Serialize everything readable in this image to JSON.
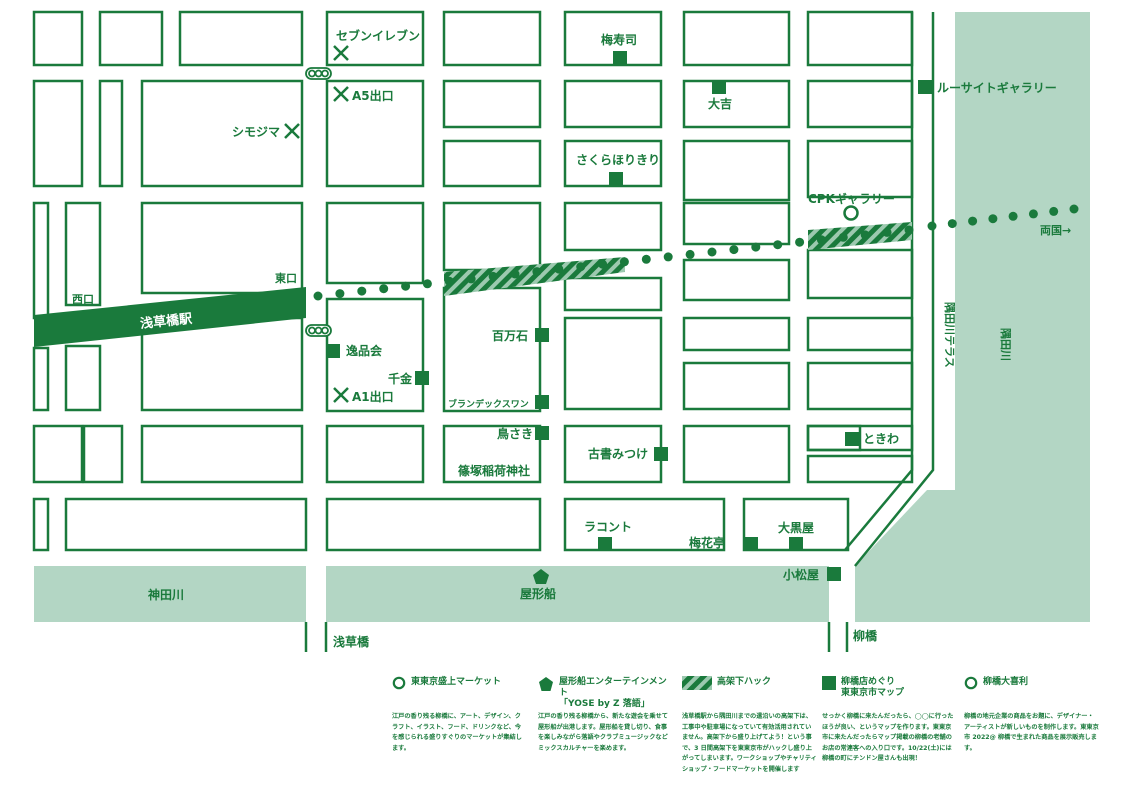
{
  "colors": {
    "street": "#1a7a3c",
    "water": "#b3d6c4",
    "station": "#1a7a3c",
    "store": "#1a7a3c"
  },
  "labels": {
    "seven_eleven": "セブンイレブン",
    "a5_exit": "A5出口",
    "shimojima": "シモジマ",
    "umejushi": "梅寿司",
    "daikichi": "大吉",
    "lucite_gallery": "ルーサイトギャラリー",
    "sakura_horikiri": "さくらほりきり",
    "cpk_gallery": "CPKギャラリー",
    "ryogoku": "両国→",
    "higashiguchi": "東口",
    "nishiguchi": "西口",
    "station": "浅草橋駅",
    "hyakumangoku": "百万石",
    "ippinkai": "逸品会",
    "senkin": "千金",
    "a1_exit": "A1出口",
    "brand_x_swan": "ブランデックスワン",
    "torisaki": "鳥さき",
    "shinozuka_shrine": "篠塚稲荷神社",
    "kosho_mitsuke": "古書みつけ",
    "tokiwa": "ときわ",
    "sumida_terrace": "隅田川テラス",
    "sumida_river": "隅田川",
    "lacont": "ラコント",
    "baikatei": "梅花亭",
    "daikokuya": "大黒屋",
    "komatsuya": "小松屋",
    "kanda_river": "神田川",
    "yakatabune": "屋形船",
    "asakusabashi_bridge": "浅草橋",
    "yanagibashi_bridge": "柳橋"
  },
  "legend": [
    {
      "icon": "circle-icon",
      "title": "東東京盛上マーケット",
      "desc": "江戸の香り残る柳橋に、アート、デザイン、クラフト、イラスト、フード、ドリンクなど、今を感じられる盛りすぐりのマーケットが集結します。"
    },
    {
      "icon": "pentagon-icon",
      "title": "屋形船エンターテインメント\n「YOSE by Z 落語」",
      "desc": "江戸の香り残る柳橋から、新たな遊会を乗せて屋形船が出港します。屋形船を貸し切り、食事を楽しみながら落語やクラブミュージックなどミックスカルチャーを楽めます。"
    },
    {
      "icon": "hatch-icon",
      "title": "高架下ハック",
      "desc": "浅草橋駅から隅田川までの遣沿いの高架下は、工事中や駐車場になっていて有効活用されていません。高架下から盛り上げてよう！という事で、3 日間高架下を東東京市がハックし盛り上がってしまいます。ワークショップやチャリティショップ・フードマーケットを開催します"
    },
    {
      "icon": "square-icon",
      "title": "柳橋店めぐり\n東東京市マップ",
      "desc": "せっかく柳橋に来たんだったら、◯◯に行ったほうが良い、というマップを作ります。東東京市に来たんだったらマップ掲載の柳橋の老舗のお店の常連客への入り口です。10/22(土)には柳橋の町にチンドン屋さんも出現！"
    },
    {
      "icon": "circle-icon",
      "title": "柳橋大喜利",
      "desc": "柳橋の地元企業の商品をお題に、デザイナー・アーティストが新しいものを制作します。東東京市 2022@ 柳橋で生まれた商品を展示販売します。"
    }
  ]
}
